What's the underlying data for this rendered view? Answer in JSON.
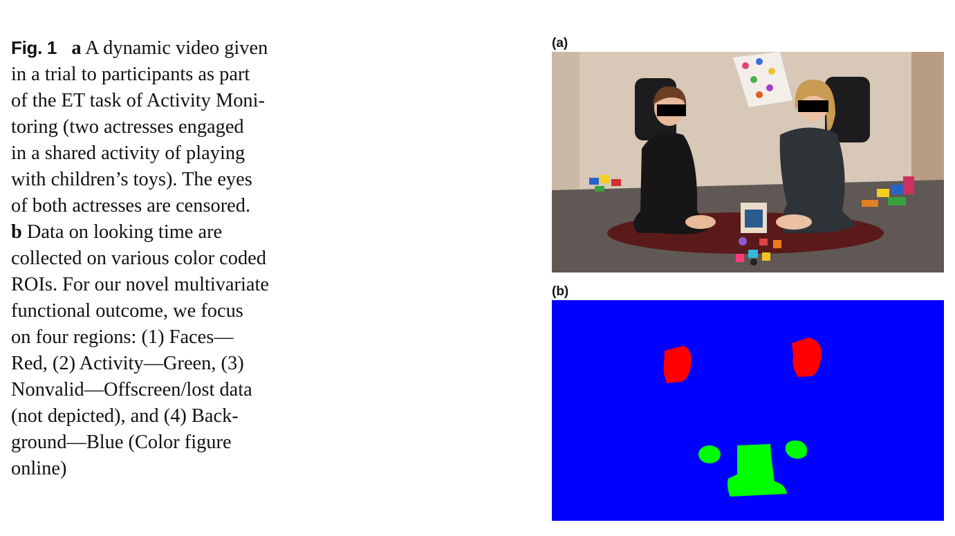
{
  "caption": {
    "fig_label": "Fig. 1",
    "part_a_letter": "a",
    "part_a_lines": [
      "A dynamic video given",
      "in a trial to participants as part",
      "of the ET task of Activity Moni-",
      "toring (two actresses engaged",
      "in a shared activity of playing",
      "with children’s toys). The eyes",
      "of both actresses are censored."
    ],
    "part_b_letter": "b",
    "part_b_lines": [
      "Data on looking time are",
      "collected on various color coded",
      "ROIs. For our novel multivariate",
      "functional outcome, we focus",
      "on four regions: (1) Faces—",
      "Red, (2) Activity—Green, (3)",
      "Nonvalid—Offscreen/lost data",
      "(not depicted), and (4) Back-",
      "ground—Blue (Color figure",
      "online)"
    ]
  },
  "panels": {
    "a_label": "(a)",
    "b_label": "(b)"
  },
  "roi_colors": {
    "faces": "#ff0000",
    "activity": "#00ff00",
    "background": "#0000ff"
  }
}
